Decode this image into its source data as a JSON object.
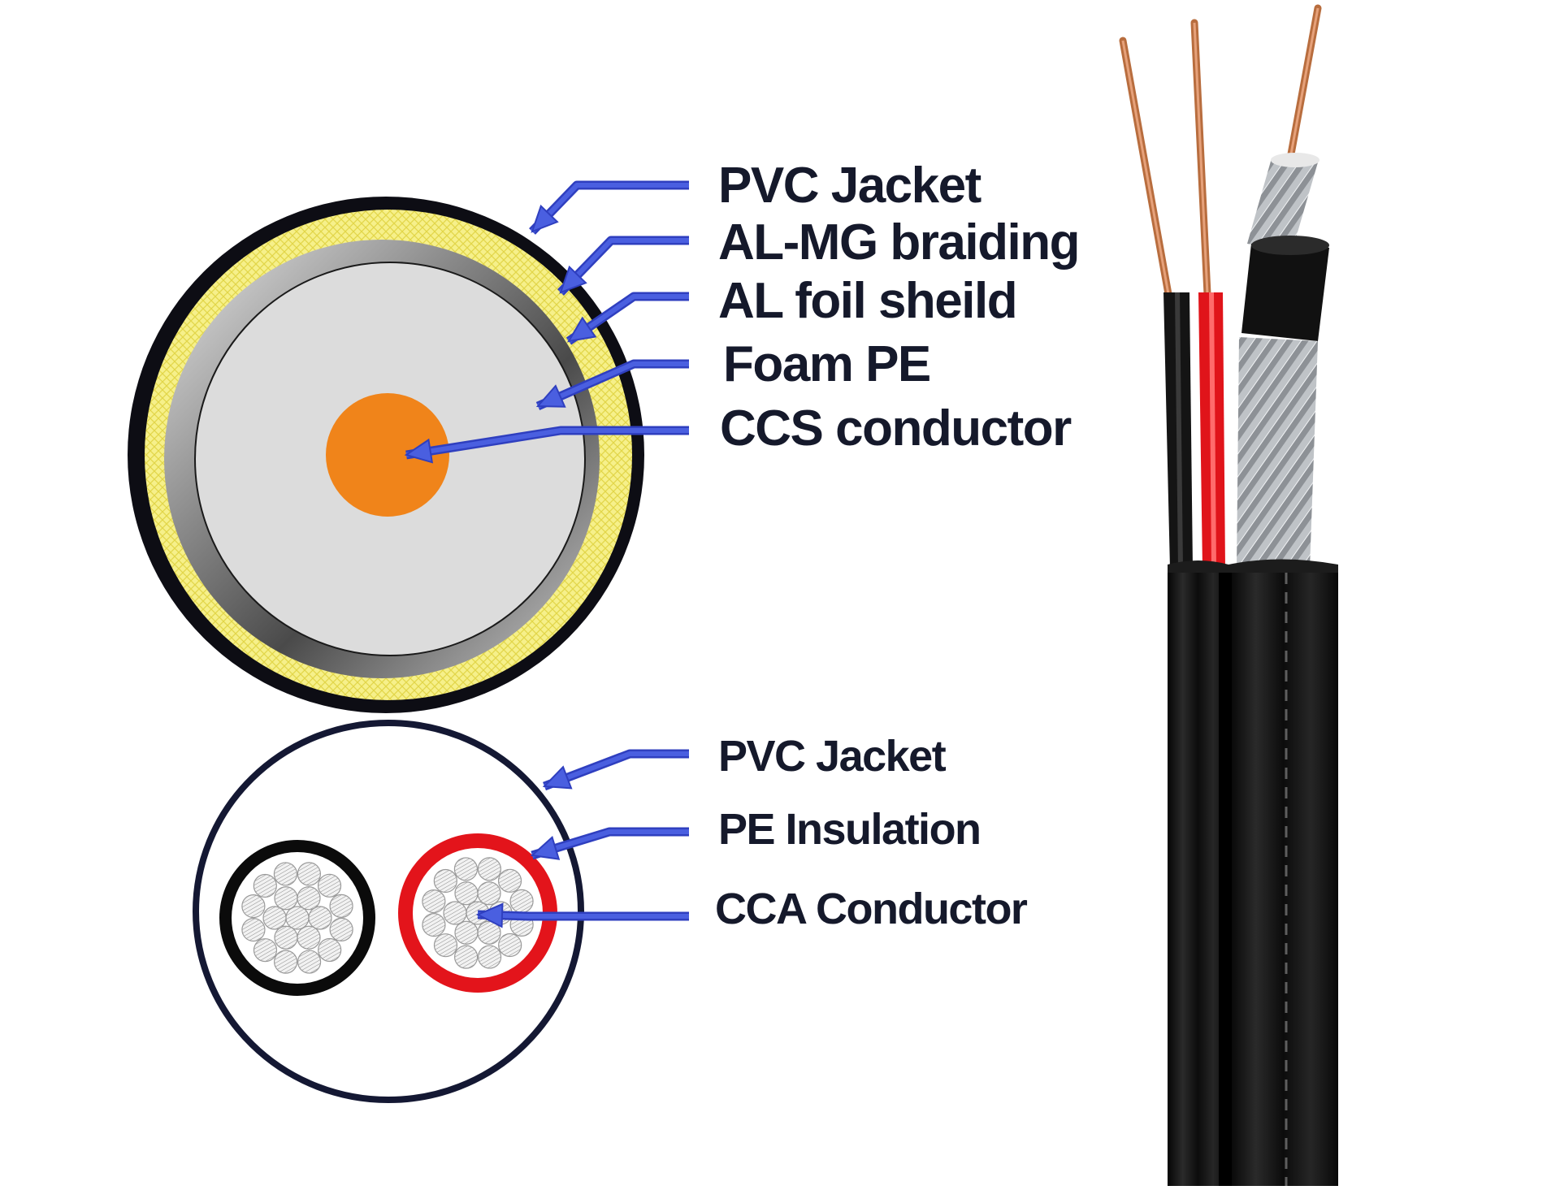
{
  "coax_labels": [
    {
      "text": "PVC Jacket"
    },
    {
      "text": "AL-MG braiding"
    },
    {
      "text": "AL foil sheild"
    },
    {
      "text": "Foam PE"
    },
    {
      "text": "CCS conductor"
    }
  ],
  "power_labels": [
    {
      "text": "PVC Jacket"
    },
    {
      "text": "PE Insulation"
    },
    {
      "text": "CCA Conductor"
    }
  ],
  "colors": {
    "arrow": "#4a5fe0",
    "arrow_stroke": "#2f3fbf",
    "text": "#15192b",
    "pvc_jacket": "#0d0d14",
    "braiding": "#f3ec7a",
    "foil": "#6f6f6f",
    "foam": "#dcdcdc",
    "ccs_conductor": "#f0841a",
    "red_insulation": "#e3141b",
    "black_insulation": "#0b0b0b",
    "strand": "#e8e8e8"
  },
  "icons": [
    "coax-cross-section",
    "power-pair-cross-section",
    "cable-photo"
  ]
}
